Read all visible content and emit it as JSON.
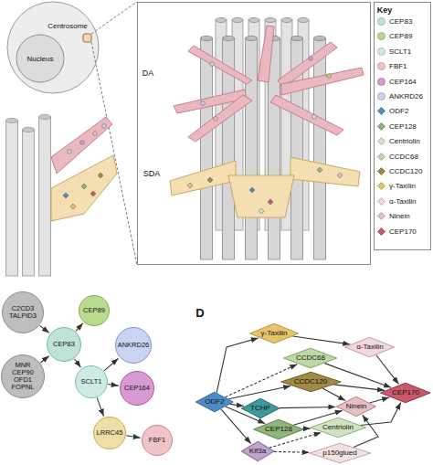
{
  "diagram": {
    "nodes": [
      {
        "text": [
          "C2CD3 TALPID3"
        ]
      },
      {
        "text": [
          "CEP89"
        ]
      },
      {
        "text": [
          "CEP83"
        ]
      },
      {
        "text": [
          "ANKRD26"
        ]
      },
      {
        "text": [
          "MNR CEP90 OFD1 FOPNL"
        ]
      },
      {
        "text": [
          "SCLT1"
        ]
      },
      {
        "text": [
          "CEP164"
        ]
      },
      {
        "text": [
          "LRRC45"
        ]
      },
      {
        "text": [
          "FBF1"
        ]
      },
      {
        "text": [
          "γ-Taxilin"
        ]
      },
      {
        "text": [
          "α-Taxilin"
        ]
      },
      {
        "text": [
          "CCDC68"
        ]
      },
      {
        "text": [
          "ODF2"
        ]
      },
      {
        "text": [
          "CCDC120"
        ]
      },
      {
        "text": [
          "TCHP"
        ]
      },
      {
        "text": [
          "Ninein"
        ]
      },
      {
        "text": [
          "CEP170"
        ]
      },
      {
        "text": [
          "CEP128"
        ]
      },
      {
        "text": [
          "Centriolin"
        ]
      },
      {
        "text": [
          "Kif3a"
        ]
      },
      {
        "text": [
          "p150glued"
        ]
      }
    ],
    "edges": [
      {
        "from": 0,
        "to": 2,
        "arrow": "to"
      },
      {
        "from": 4,
        "to": 2,
        "arrow": "to"
      },
      {
        "from": 2,
        "to": 1,
        "arrow": "to"
      },
      {
        "from": 2,
        "to": 5,
        "arrow": "to"
      },
      {
        "from": 5,
        "to": 3,
        "arrow": "to"
      },
      {
        "from": 5,
        "to": 6,
        "arrow": "to"
      },
      {
        "from": 5,
        "to": 7,
        "arrow": "to"
      },
      {
        "from": 7,
        "to": 8,
        "arrow": "to"
      },
      {
        "from": 12,
        "to": 9,
        "arrow": "to"
      },
      {
        "from": 12,
        "to": 11,
        "arrow": "to"
      },
      {
        "from": 12,
        "to": 13,
        "arrow": "to"
      },
      {
        "from": 12,
        "to": 14,
        "arrow": "to"
      },
      {
        "from": 12,
        "to": 17,
        "arrow": "to"
      },
      {
        "from": 12,
        "to": 19,
        "arrow": "to"
      },
      {
        "from": 9,
        "to": 10,
        "arrow": "to"
      },
      {
        "from": 10,
        "to": 16,
        "arrow": "to"
      },
      {
        "from": 11,
        "to": 16,
        "arrow": "to"
      },
      {
        "from": 13,
        "to": 16,
        "arrow": "to"
      },
      {
        "from": 13,
        "to": 15,
        "arrow": "to"
      },
      {
        "from": 14,
        "to": 15,
        "arrow": "to"
      },
      {
        "from": 17,
        "to": 15,
        "arrow": "to"
      },
      {
        "from": 17,
        "to": 18,
        "arrow": "to"
      },
      {
        "from": 18,
        "to": 16,
        "arrow": "to"
      },
      {
        "from": 19,
        "to": 18,
        "arrow": "to"
      },
      {
        "from": 19,
        "to": 20,
        "arrow": "to"
      },
      {
        "from": 20,
        "to": 15,
        "arrow": "to"
      },
      {
        "from": 15,
        "to": 16,
        "arrow": "to"
      }
    ],
    "labels": [
      "Centrosome",
      "Nucleus",
      "DA",
      "SDA",
      "Key",
      "D"
    ],
    "legend": [
      {
        "text": "CEP83",
        "color": "#bfe3d6"
      },
      {
        "text": "CEP89",
        "color": "#b9da8f"
      },
      {
        "text": "SCLT1",
        "color": "#cfeae6"
      },
      {
        "text": "FBF1",
        "color": "#f0c3c6"
      },
      {
        "text": "CEP164",
        "color": "#d79ad3"
      },
      {
        "text": "ANKRD26",
        "color": "#c9d3f2"
      },
      {
        "text": "ODF2",
        "color": "#4d8cc6"
      },
      {
        "text": "CEP128",
        "color": "#8fb57d"
      },
      {
        "text": "Centriolin",
        "color": "#cfe3c1"
      },
      {
        "text": "CCDC68",
        "color": "#bcd8a4"
      },
      {
        "text": "CCDC120",
        "color": "#a08a45"
      },
      {
        "text": "γ-Taxilin",
        "color": "#e6c46c"
      },
      {
        "text": "α-Taxilin",
        "color": "#efd9de"
      },
      {
        "text": "Ninein",
        "color": "#e5bfc1"
      },
      {
        "text": "CEP170",
        "color": "#c85a6c"
      }
    ]
  }
}
